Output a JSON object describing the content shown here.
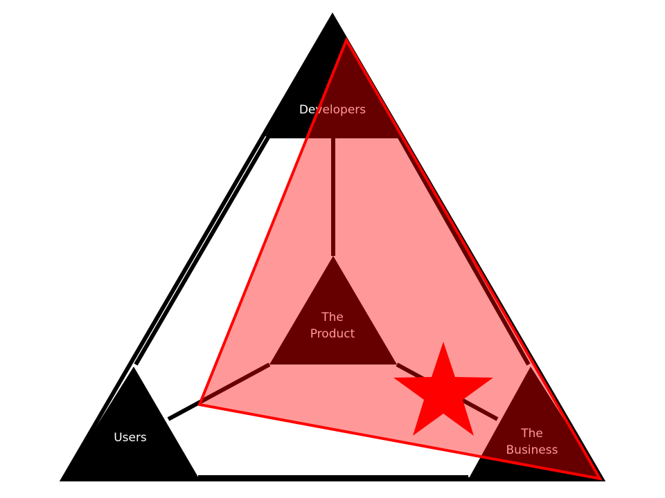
{
  "nodes": {
    "developers": {
      "label": "Developers"
    },
    "users": {
      "label": "Users"
    },
    "product": {
      "line1": "The",
      "line2": "Product"
    },
    "business": {
      "line1": "The",
      "line2": "Business"
    }
  },
  "colors": {
    "corner_fill": "#000000",
    "overlay_fill": "#ff0000",
    "overlay_opacity": 0.4,
    "overlay_stroke": "#ff0000",
    "star_fill": "#ff0000",
    "background": "#ffffff"
  },
  "icons": {
    "highlight_marker": "star-icon"
  }
}
